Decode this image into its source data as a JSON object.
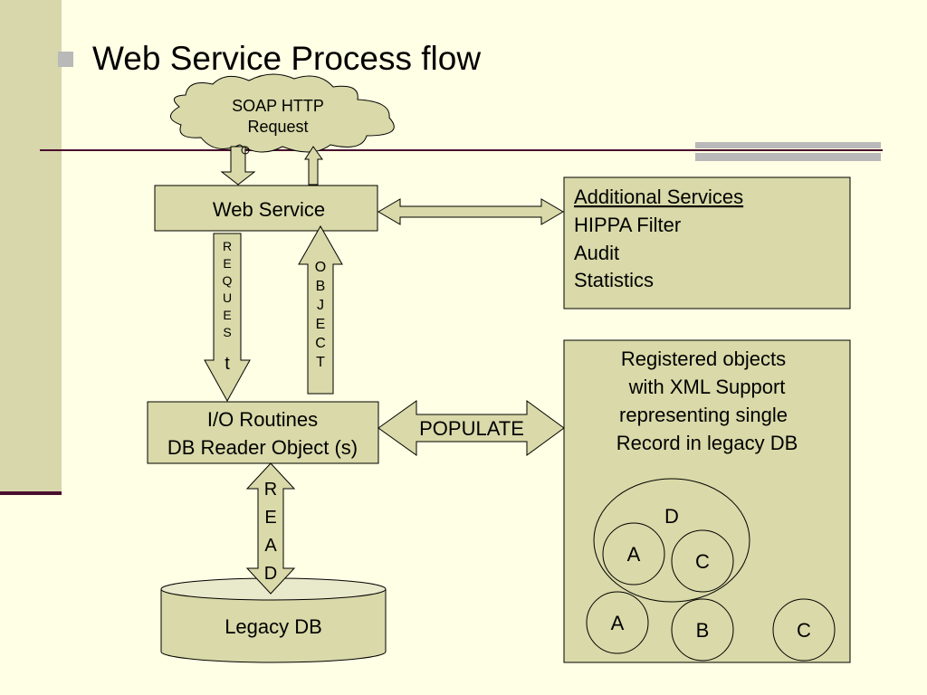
{
  "slide": {
    "title": "Web Service Process flow"
  },
  "diagram": {
    "soap_request": [
      "SOAP HTTP",
      "Request"
    ],
    "web_service": "Web Service",
    "request_arrow": [
      "R",
      "E",
      "Q",
      "U",
      "E",
      "S",
      "t"
    ],
    "object_arrow": [
      "O",
      "B",
      "J",
      "E",
      "C",
      "T"
    ],
    "additional_services": {
      "heading": "Additional Services",
      "items": [
        "HIPPA Filter",
        "Audit",
        "Statistics"
      ]
    },
    "io_routines": [
      "I/O Routines",
      "DB Reader Object (s)"
    ],
    "populate": "POPULATE",
    "registered_objects": [
      "Registered objects",
      "with XML Support",
      "representing single",
      "Record in legacy DB"
    ],
    "read_arrow": [
      "R",
      "E",
      "A",
      "D"
    ],
    "legacy_db": "Legacy DB",
    "object_groups": {
      "outer_label": "D",
      "inner": [
        "A",
        "C"
      ],
      "loose": [
        "A",
        "B",
        "C"
      ]
    }
  }
}
